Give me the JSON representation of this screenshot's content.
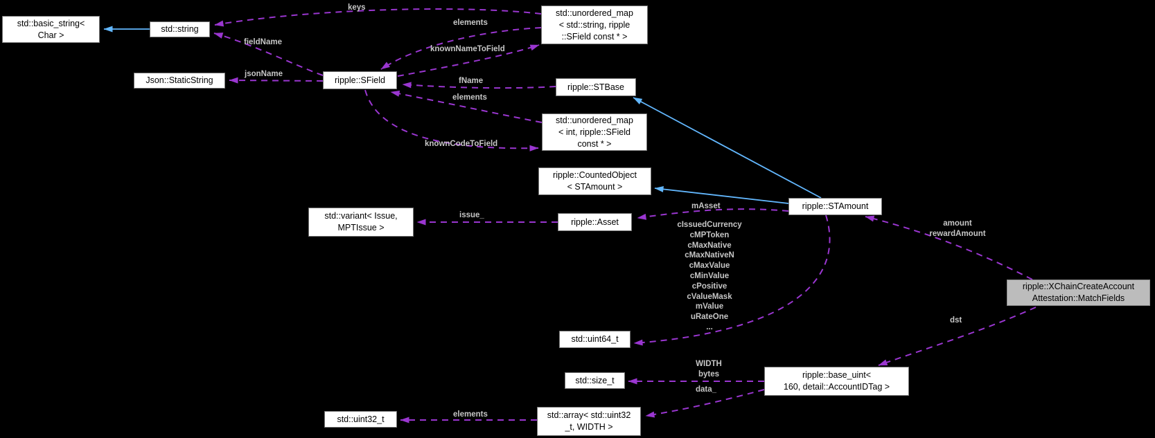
{
  "colors": {
    "background": "#000000",
    "usage_edge": "#9a36d0",
    "inheritance_edge": "#63b8ff",
    "node_fill": "#ffffff",
    "node_border": "#747474",
    "node_text": "#000000",
    "highlight_node_fill": "#bcbcbc",
    "edge_label_text": "#c6c6c6"
  },
  "nodes": {
    "basic_string": {
      "label": "std::basic_string<\nChar >"
    },
    "string": {
      "label": "std::string"
    },
    "static_string": {
      "label": "Json::StaticString"
    },
    "sfield": {
      "label": "ripple::SField"
    },
    "map_string": {
      "label": "std::unordered_map\n< std::string, ripple\n::SField const * >"
    },
    "stbase": {
      "label": "ripple::STBase"
    },
    "map_int": {
      "label": "std::unordered_map\n< int, ripple::SField\nconst * >"
    },
    "counted_object": {
      "label": "ripple::CountedObject\n< STAmount >"
    },
    "variant": {
      "label": "std::variant< Issue,\nMPTIssue >"
    },
    "asset": {
      "label": "ripple::Asset"
    },
    "stamount": {
      "label": "ripple::STAmount"
    },
    "uint64": {
      "label": "std::uint64_t"
    },
    "size_t": {
      "label": "std::size_t"
    },
    "base_uint": {
      "label": "ripple::base_uint<\n160, detail::AccountIDTag >"
    },
    "array": {
      "label": "std::array< std::uint32\n_t, WIDTH >"
    },
    "uint32": {
      "label": "std::uint32_t"
    },
    "match_fields": {
      "label": "ripple::XChainCreateAccount\nAttestation::MatchFields"
    }
  },
  "edge_labels": {
    "keys": "keys",
    "elements_map_string": "elements",
    "known_name_to_field": "knownNameToField",
    "field_name": "fieldName",
    "json_name": "jsonName",
    "f_name": "fName",
    "elements_map_int": "elements",
    "known_code_to_field": "knownCodeToField",
    "m_asset": "mAsset",
    "issue": "issue_",
    "stamount_members": "cIssuedCurrency\ncMPToken\ncMaxNative\ncMaxNativeN\ncMaxValue\ncMinValue\ncPositive\ncValueMask\nmValue\nuRateOne\n...",
    "amount_reward": "amount\nrewardAmount",
    "dst": "dst",
    "width_bytes": "WIDTH\nbytes",
    "data": "data_",
    "elements_array": "elements"
  }
}
